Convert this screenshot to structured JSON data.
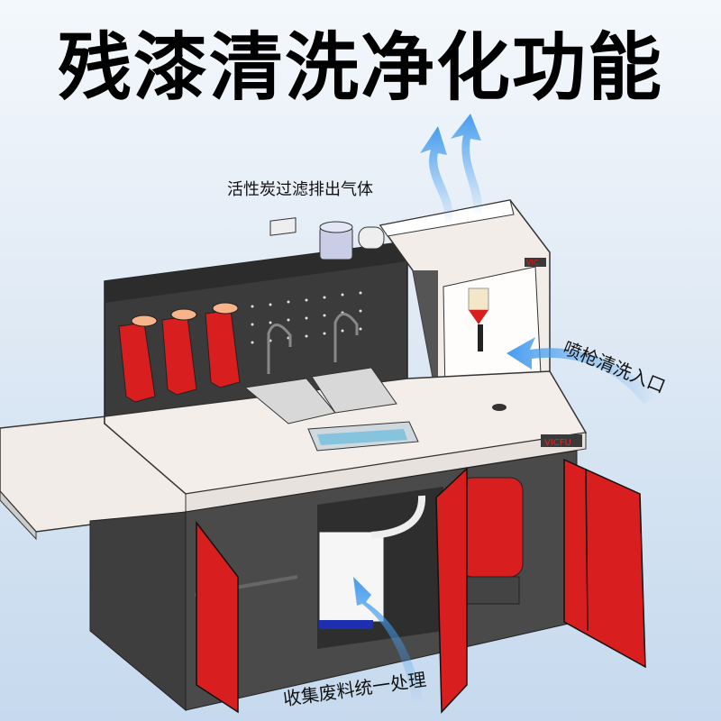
{
  "headline": "残漆清洗净化功能",
  "callouts": {
    "exhaust": "活性炭过滤排出气体",
    "gun_cleaning_inlet": "喷枪清洗入口",
    "waste_collection": "收集废料统一处理"
  },
  "brand_mark": "VICFU",
  "colors": {
    "background_top": "#f4f8fc",
    "background_bottom": "#c6d9ee",
    "cabinet_red": "#d81e1e",
    "frame_dark": "#3a3a3a",
    "worktop": "#f3eeea",
    "arrow_blue": "#4aa3f0"
  }
}
